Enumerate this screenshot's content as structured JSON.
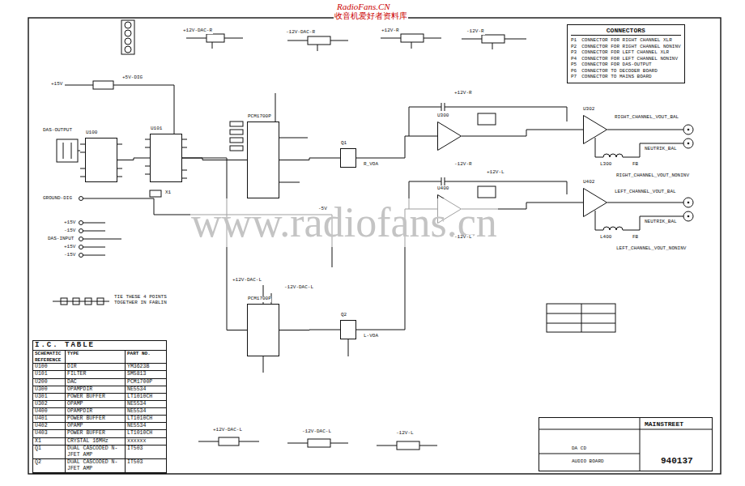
{
  "diagram": {
    "nodes": [
      {
        "text": [
          "CONNECTORS",
          "P1",
          "CONNECTOR FOR RIGHT CHANNEL XLR",
          "P2",
          "CONNECTOR FOR RIGHT CHANNEL NONINV",
          "P3",
          "CONNECTOR FOR LEFT CHANNEL XLR",
          "P4",
          "CONNECTOR FOR LEFT CHANNEL NONINV",
          "P5",
          "CONNECTOR FOR DAS-OUTPUT",
          "P6",
          "CONNECTOR TO DECODER BOARD",
          "P7",
          "CONNECTOR TO MAINS BOARD"
        ]
      },
      {
        "text": [
          "U100"
        ]
      },
      {
        "text": [
          "U101"
        ]
      },
      {
        "text": [
          "PCM1700P"
        ]
      },
      {
        "text": [
          "PCM1700P"
        ]
      },
      {
        "text": [
          "Q1"
        ]
      },
      {
        "text": [
          "Q2"
        ]
      },
      {
        "text": [
          "U300"
        ]
      },
      {
        "text": [
          "U302"
        ]
      },
      {
        "text": [
          "U400"
        ]
      },
      {
        "text": [
          "U402"
        ]
      },
      {
        "text": [
          "I.C. TABLE",
          "SCHEMATIC REFERENCE",
          "TYPE",
          "PART NO.",
          "U100",
          "DIR",
          "YM3623B",
          "U101",
          "FILTER",
          "SM5813",
          "U200",
          "DAC",
          "PCM1700P",
          "U300",
          "OPAMPDIR",
          "NE5534",
          "U301",
          "POWER BUFFER",
          "LT1010CH",
          "U302",
          "OPAMP",
          "NE5534",
          "U400",
          "OPAMPDIR",
          "NE5534",
          "U401",
          "POWER BUFFER",
          "LT1010CH",
          "U402",
          "OPAMP",
          "NE5534",
          "U403",
          "POWER BUFFER",
          "LT1010CH",
          "X1",
          "CRYSTAL 16MHz",
          "xxxxxx",
          "Q1",
          "DUAL CASCODED N-JFET AMP",
          "IT503",
          "Q2",
          "DUAL CASCODED N-JFET AMP",
          "IT503"
        ]
      },
      {
        "text": [
          "MAINSTREET",
          "DA CD",
          "AUDIO BOARD",
          "940137"
        ]
      }
    ],
    "edges": [
      {
        "from": 1,
        "to": 2,
        "arrow": "none"
      },
      {
        "from": 2,
        "to": 3,
        "arrow": "none"
      },
      {
        "from": 2,
        "to": 4,
        "arrow": "none"
      },
      {
        "from": 3,
        "to": 5,
        "arrow": "none"
      },
      {
        "from": 4,
        "to": 6,
        "arrow": "none"
      },
      {
        "from": 5,
        "to": 7,
        "arrow": "none"
      },
      {
        "from": 7,
        "to": 8,
        "arrow": "none"
      },
      {
        "from": 6,
        "to": 9,
        "arrow": "none"
      },
      {
        "from": 9,
        "to": 10,
        "arrow": "none"
      }
    ],
    "labels": [
      "RadioFans.CN",
      "收音机爱好者资料库",
      "www.radiofans.cn",
      "+12V-DAC-R",
      "-12V-DAC-R",
      "+12V-R",
      "-12V-R",
      "+15V",
      "+5V-DIG",
      "DAS-OUTPUT",
      "GROUND-DIG",
      "+15V",
      "-15V",
      "DAS-INPUT",
      "+15V",
      "-15V",
      "TIE THESE 4 POINTS TOGETHER IN FABLIN",
      "R_VOA",
      "L-VOA",
      "+12V-R",
      "-12V-R",
      "+12V-L",
      "-12V-L",
      "RIGHT_CHANNEL_VOUT_BAL",
      "NEUTRIK_BAL",
      "L300",
      "FB",
      "RIGHT_CHANNEL_VOUT_NONINV",
      "LEFT_CHANNEL_VOUT_BAL",
      "NEUTRIK_BAL",
      "L400",
      "FB",
      "LEFT_CHANNEL_VOUT_NONINV",
      "+12V-DAC-L",
      "-12V-DAC-L",
      "-5V",
      "+12V-DAC-L",
      "-12V-DAC-L",
      "-12V-L",
      "X1"
    ]
  }
}
